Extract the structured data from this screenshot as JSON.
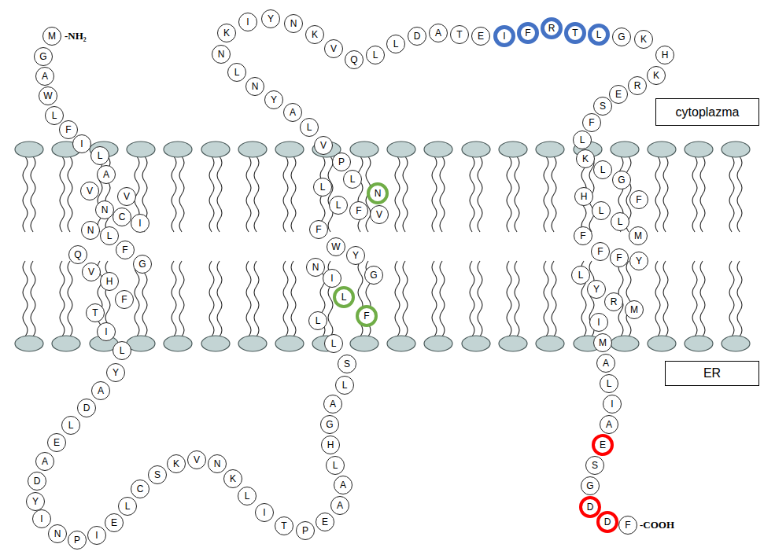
{
  "diagram": {
    "nodes": [
      {
        "text": [
          "M"
        ]
      },
      {
        "text": [
          "G"
        ]
      },
      {
        "text": [
          "A"
        ]
      },
      {
        "text": [
          "W"
        ]
      },
      {
        "text": [
          "L"
        ]
      },
      {
        "text": [
          "F"
        ]
      },
      {
        "text": [
          "I"
        ]
      },
      {
        "text": [
          "L"
        ]
      },
      {
        "text": [
          "A"
        ]
      },
      {
        "text": [
          "V"
        ]
      },
      {
        "text": [
          "V"
        ]
      },
      {
        "text": [
          "N"
        ]
      },
      {
        "text": [
          "C"
        ]
      },
      {
        "text": [
          "I"
        ]
      },
      {
        "text": [
          "N"
        ]
      },
      {
        "text": [
          "L"
        ]
      },
      {
        "text": [
          "F"
        ]
      },
      {
        "text": [
          "G"
        ]
      },
      {
        "text": [
          "Q"
        ]
      },
      {
        "text": [
          "V"
        ]
      },
      {
        "text": [
          "H"
        ]
      },
      {
        "text": [
          "F"
        ]
      },
      {
        "text": [
          "T"
        ]
      },
      {
        "text": [
          "I"
        ]
      },
      {
        "text": [
          "L"
        ]
      },
      {
        "text": [
          "Y"
        ]
      },
      {
        "text": [
          "A"
        ]
      },
      {
        "text": [
          "D"
        ]
      },
      {
        "text": [
          "L"
        ]
      },
      {
        "text": [
          "E"
        ]
      },
      {
        "text": [
          "A"
        ]
      },
      {
        "text": [
          "D"
        ]
      },
      {
        "text": [
          "Y"
        ]
      },
      {
        "text": [
          "I"
        ]
      },
      {
        "text": [
          "N"
        ]
      },
      {
        "text": [
          "P"
        ]
      },
      {
        "text": [
          "I"
        ]
      },
      {
        "text": [
          "E"
        ]
      },
      {
        "text": [
          "L"
        ]
      },
      {
        "text": [
          "C"
        ]
      },
      {
        "text": [
          "S"
        ]
      },
      {
        "text": [
          "K"
        ]
      },
      {
        "text": [
          "V"
        ]
      },
      {
        "text": [
          "N"
        ]
      },
      {
        "text": [
          "K"
        ]
      },
      {
        "text": [
          "L"
        ]
      },
      {
        "text": [
          "I"
        ]
      },
      {
        "text": [
          "T"
        ]
      },
      {
        "text": [
          "P"
        ]
      },
      {
        "text": [
          "E"
        ]
      },
      {
        "text": [
          "A"
        ]
      },
      {
        "text": [
          "A"
        ]
      },
      {
        "text": [
          "L"
        ]
      },
      {
        "text": [
          "H"
        ]
      },
      {
        "text": [
          "G"
        ]
      },
      {
        "text": [
          "A"
        ]
      },
      {
        "text": [
          "L"
        ]
      },
      {
        "text": [
          "S"
        ]
      },
      {
        "text": [
          "L"
        ]
      },
      {
        "text": [
          "L"
        ]
      },
      {
        "text": [
          "F"
        ]
      },
      {
        "text": [
          "L"
        ]
      },
      {
        "text": [
          "I"
        ]
      },
      {
        "text": [
          "N"
        ]
      },
      {
        "text": [
          "G"
        ]
      },
      {
        "text": [
          "Y"
        ]
      },
      {
        "text": [
          "W"
        ]
      },
      {
        "text": [
          "F"
        ]
      },
      {
        "text": [
          "V"
        ]
      },
      {
        "text": [
          "F"
        ]
      },
      {
        "text": [
          "L"
        ]
      },
      {
        "text": [
          "L"
        ]
      },
      {
        "text": [
          "N"
        ]
      },
      {
        "text": [
          "L"
        ]
      },
      {
        "text": [
          "P"
        ]
      },
      {
        "text": [
          "V"
        ]
      },
      {
        "text": [
          "L"
        ]
      },
      {
        "text": [
          "A"
        ]
      },
      {
        "text": [
          "Y"
        ]
      },
      {
        "text": [
          "N"
        ]
      },
      {
        "text": [
          "L"
        ]
      },
      {
        "text": [
          "N"
        ]
      },
      {
        "text": [
          "K"
        ]
      },
      {
        "text": [
          "I"
        ]
      },
      {
        "text": [
          "Y"
        ]
      },
      {
        "text": [
          "N"
        ]
      },
      {
        "text": [
          "K"
        ]
      },
      {
        "text": [
          "V"
        ]
      },
      {
        "text": [
          "Q"
        ]
      },
      {
        "text": [
          "L"
        ]
      },
      {
        "text": [
          "L"
        ]
      },
      {
        "text": [
          "D"
        ]
      },
      {
        "text": [
          "A"
        ]
      },
      {
        "text": [
          "T"
        ]
      },
      {
        "text": [
          "E"
        ]
      },
      {
        "text": [
          "I"
        ]
      },
      {
        "text": [
          "F"
        ]
      },
      {
        "text": [
          "R"
        ]
      },
      {
        "text": [
          "T"
        ]
      },
      {
        "text": [
          "L"
        ]
      },
      {
        "text": [
          "G"
        ]
      },
      {
        "text": [
          "K"
        ]
      },
      {
        "text": [
          "H"
        ]
      },
      {
        "text": [
          "K"
        ]
      },
      {
        "text": [
          "R"
        ]
      },
      {
        "text": [
          "E"
        ]
      },
      {
        "text": [
          "S"
        ]
      },
      {
        "text": [
          "F"
        ]
      },
      {
        "text": [
          "L"
        ]
      },
      {
        "text": [
          "K"
        ]
      },
      {
        "text": [
          "L"
        ]
      },
      {
        "text": [
          "G"
        ]
      },
      {
        "text": [
          "F"
        ]
      },
      {
        "text": [
          "H"
        ]
      },
      {
        "text": [
          "L"
        ]
      },
      {
        "text": [
          "L"
        ]
      },
      {
        "text": [
          "M"
        ]
      },
      {
        "text": [
          "F"
        ]
      },
      {
        "text": [
          "F"
        ]
      },
      {
        "text": [
          "F"
        ]
      },
      {
        "text": [
          "Y"
        ]
      },
      {
        "text": [
          "L"
        ]
      },
      {
        "text": [
          "Y"
        ]
      },
      {
        "text": [
          "R"
        ]
      },
      {
        "text": [
          "M"
        ]
      },
      {
        "text": [
          "I"
        ]
      },
      {
        "text": [
          "M"
        ]
      },
      {
        "text": [
          "A"
        ]
      },
      {
        "text": [
          "L"
        ]
      },
      {
        "text": [
          "I"
        ]
      },
      {
        "text": [
          "A"
        ]
      },
      {
        "text": [
          "E"
        ]
      },
      {
        "text": [
          "S"
        ]
      },
      {
        "text": [
          "G"
        ]
      },
      {
        "text": [
          "D"
        ]
      },
      {
        "text": [
          "D"
        ]
      },
      {
        "text": [
          "F"
        ]
      },
      {
        "text": [
          "cytoplazma"
        ]
      },
      {
        "text": [
          "ER"
        ]
      }
    ],
    "labels": [
      "-NH₂",
      "-COOH"
    ]
  }
}
